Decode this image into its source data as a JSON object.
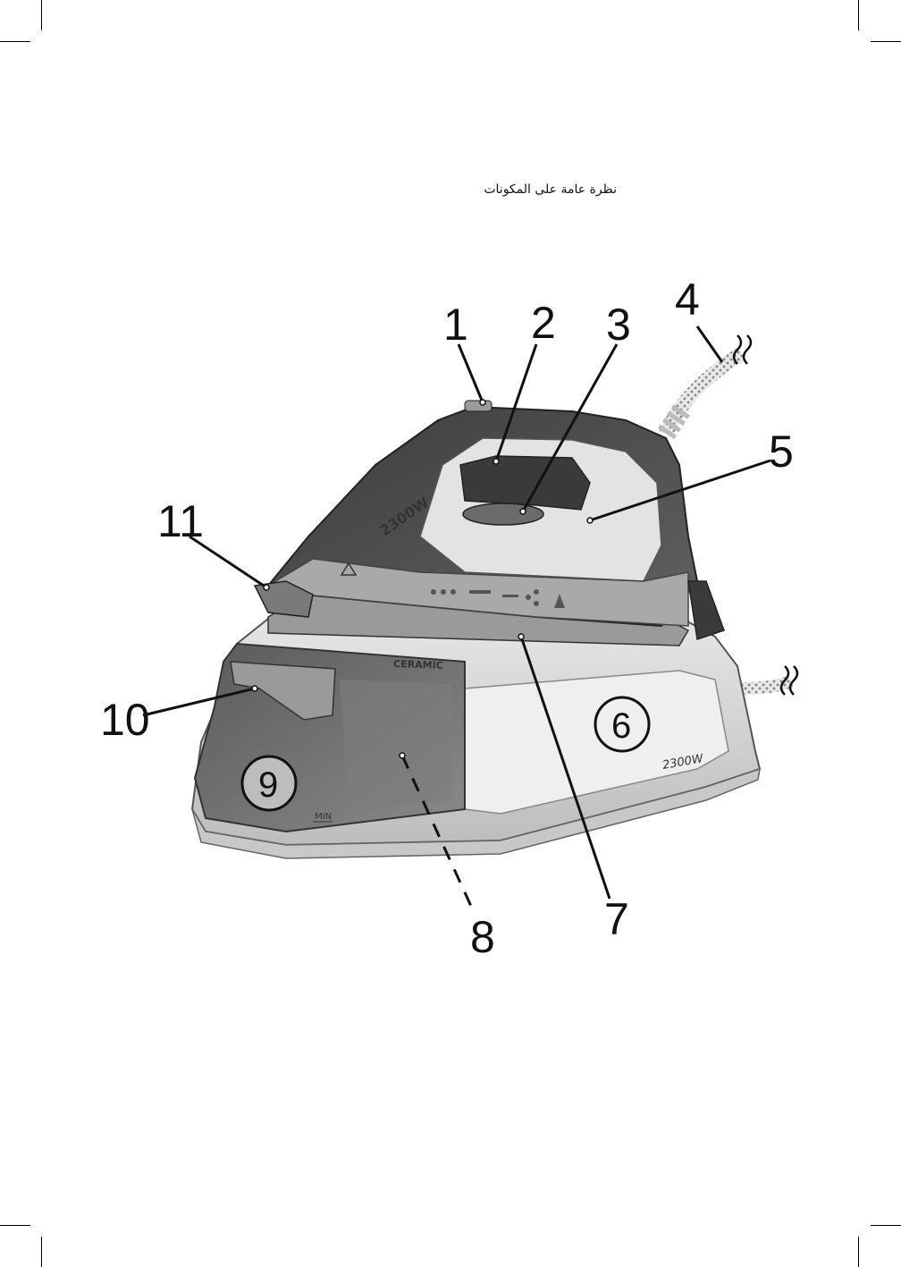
{
  "document": {
    "heading": "نظرة عامة على المكونات"
  },
  "figure": {
    "callouts": [
      "1",
      "2",
      "3",
      "4",
      "5",
      "6",
      "7",
      "8",
      "9",
      "10",
      "11"
    ],
    "product_markings": {
      "iron_power": "2300W",
      "base_power": "2300W",
      "soleplate_brand": "CERAMIC",
      "tank_min": "MIN"
    },
    "colors": {
      "dark_grey": "#4a4a4a",
      "mid_grey": "#8f8f8f",
      "light_grey": "#d9d9d9",
      "tank": "#6e6e6e"
    }
  }
}
